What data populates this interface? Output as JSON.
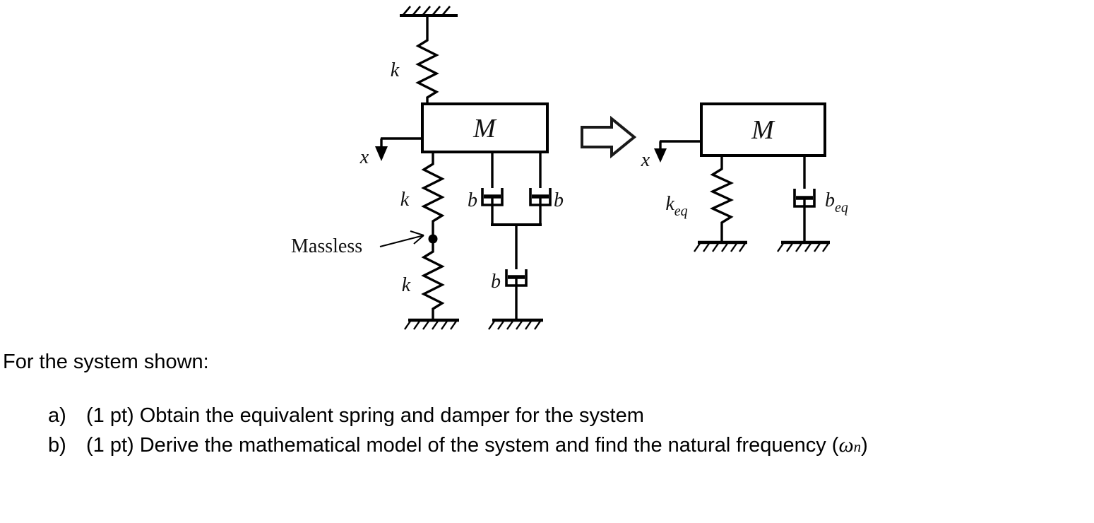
{
  "document": {
    "kind": "engineering-problem-figure",
    "background_color": "#ffffff",
    "ink_color": "#000000"
  },
  "figure": {
    "caption_none": "",
    "transform_arrow": "block-arrow-right",
    "left_system": {
      "title": "original system",
      "mass_label": "M",
      "displacement_label": "x",
      "ceiling_support": "hatched-fixed-support",
      "top_spring_label": "k",
      "upper_spring_label": "k",
      "lower_spring_label": "k",
      "junction_note": "Massless",
      "damper_left_label": "b",
      "damper_right_label": "b",
      "damper_bottom_label": "b",
      "ground_count": 2
    },
    "right_system": {
      "title": "equivalent system",
      "mass_label": "M",
      "displacement_label": "x",
      "spring_label_base": "k",
      "spring_label_sub": "eq",
      "damper_label_base": "b",
      "damper_label_sub": "eq",
      "ground_count": 2
    }
  },
  "prompt": {
    "intro": "For the system shown:",
    "items": [
      {
        "marker": "a)",
        "text": "(1 pt) Obtain the equivalent spring and damper for the system",
        "has_math_tail": false
      },
      {
        "marker": "b)",
        "text": "(1 pt) Derive the mathematical model of the system and find the natural frequency (",
        "math_base": "ω",
        "math_sub": "n",
        "text_tail": ")",
        "has_math_tail": true
      }
    ]
  }
}
